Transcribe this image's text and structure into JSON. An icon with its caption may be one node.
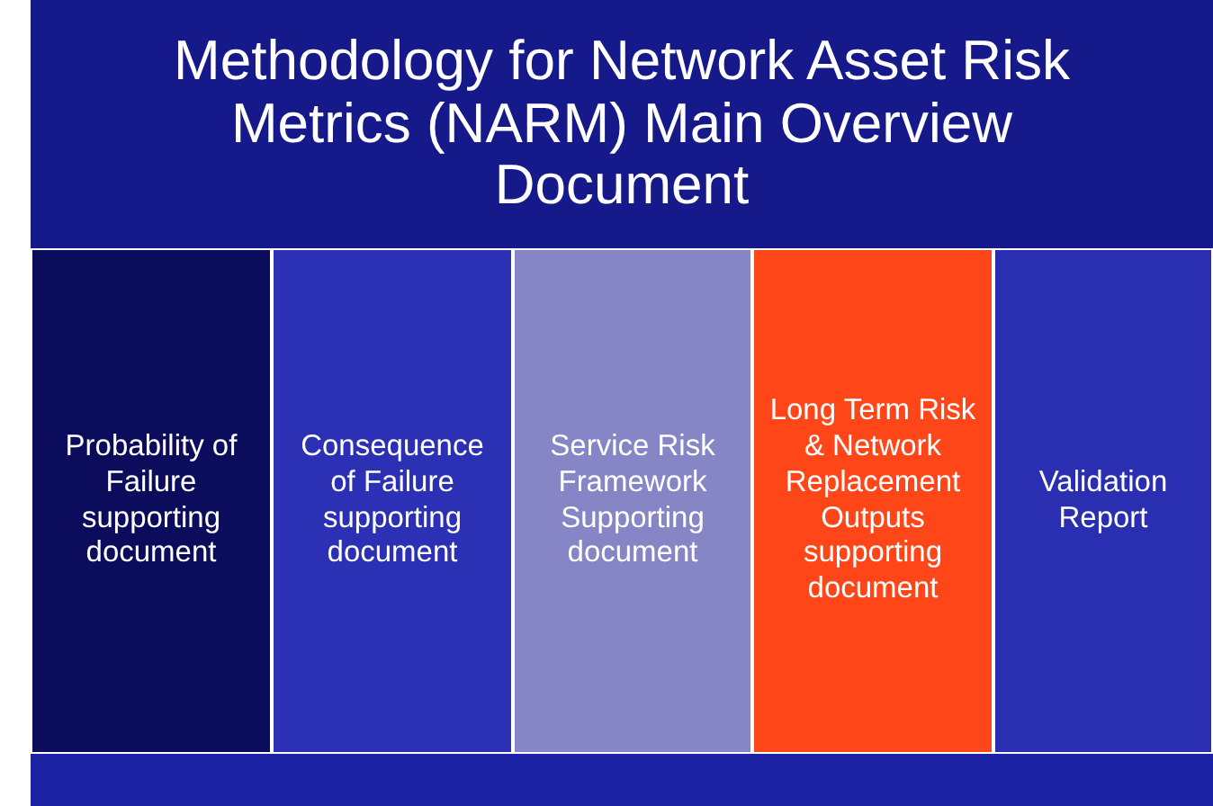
{
  "diagram": {
    "nodes": [
      {
        "text": [
          "Methodology for Network Asset Risk Metrics (NARM) Main Overview Document"
        ]
      },
      {
        "text": [
          "Probability of Failure supporting document"
        ]
      },
      {
        "text": [
          "Consequence of Failure supporting document"
        ]
      },
      {
        "text": [
          "Service Risk Framework Supporting document"
        ]
      },
      {
        "text": [
          "Long Term Risk & Network Replacement Outputs supporting document"
        ]
      },
      {
        "text": [
          "Validation Report"
        ]
      },
      {
        "text": [],
        "shape": "bar"
      }
    ]
  }
}
